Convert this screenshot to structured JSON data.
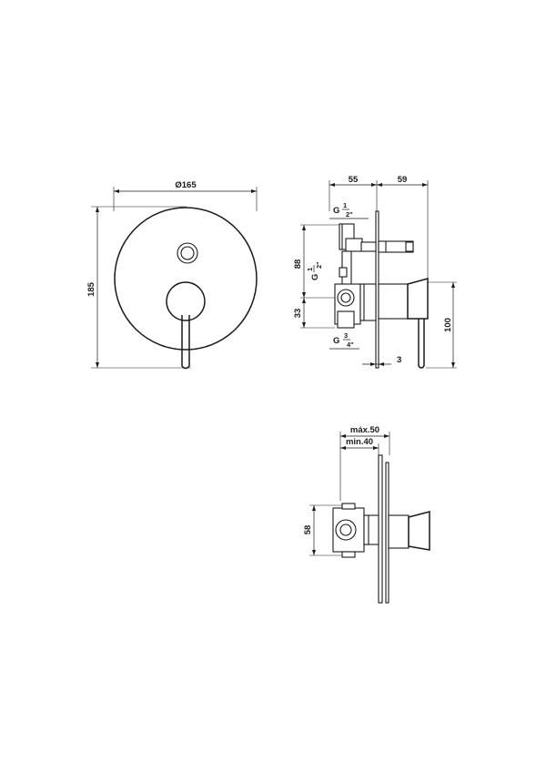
{
  "front_view": {
    "diameter_label": "Ø165",
    "height_label": "185"
  },
  "side_view": {
    "depth_left_label": "55",
    "depth_right_label": "59",
    "thread_top_g": "G",
    "thread_top_num": "1",
    "thread_top_den": "2\"",
    "thread_side_g": "G",
    "thread_side_num": "1",
    "thread_side_den": "2\"",
    "height_88_label": "88",
    "height_33_label": "33",
    "thread_bottom_g": "G",
    "thread_bottom_num": "3",
    "thread_bottom_den": "4\"",
    "height_100_label": "100",
    "plate_3_label": "3"
  },
  "install_view": {
    "max_label": "máx.50",
    "min_label": "min.40",
    "height_58_label": "58"
  }
}
